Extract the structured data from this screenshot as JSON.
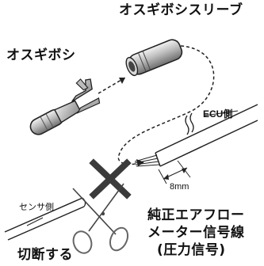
{
  "labels": {
    "sleeve": "オスギボシスリーブ",
    "terminal": "オスギボシ",
    "ecu_side": "ECU側",
    "length": "8mm",
    "sensor_side": "センサ側",
    "signal_line1": "純正エアフロー",
    "signal_line2": "メーター信号線",
    "signal_line3": "(圧力信号)",
    "cut": "切断する"
  }
}
